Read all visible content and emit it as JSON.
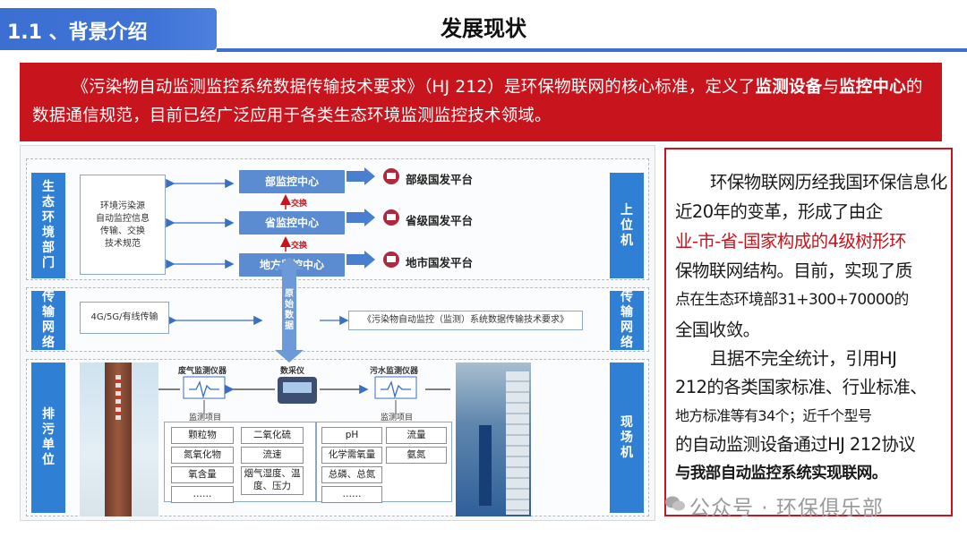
{
  "header": {
    "section": "1.1 、背景介绍",
    "title": "发展现状"
  },
  "banner": {
    "part1": "《污染物自动监测监控系统数据传输技术要求》（HJ 212）是环保物联网的核心标准，定义了",
    "bold1": "监测设备",
    "part2": "与",
    "bold2": "监控中心",
    "part3": "的数据通信规范，目前已经广泛应用于各类生态环境监测监控技术领域。"
  },
  "diagram": {
    "lanes_left": [
      "生态环境部门",
      "传输网络",
      "排污单位"
    ],
    "lanes_right": [
      "上位机",
      "传输网络",
      "现场机"
    ],
    "spec_box": "环境污染源\n自动监控信息\n传输、交换\n技术规范",
    "centers": [
      "部监控中心",
      "省监控中心",
      "地方监控中心"
    ],
    "exchange": "交换",
    "platforms": [
      "部级国发平台",
      "省级国发平台",
      "地市国发平台"
    ],
    "transport": "4G/5G/有线传输",
    "raw_data": "原始数据",
    "standard_ref": "《污染物自动监控（监测）系统数据传输技术要求》",
    "gas_instrument": "废气监测仪器",
    "data_unit": "数采仪",
    "water_instrument": "污水监测仪器",
    "items_label": "监测项目",
    "gas_items": [
      "颗粒物",
      "二氧化硫",
      "氮氧化物",
      "流速",
      "氧含量",
      "烟气湿度、温度、压力",
      "……"
    ],
    "water_items": [
      "pH",
      "流量",
      "化学需氧量",
      "氨氮",
      "总磷、总氮",
      "……"
    ]
  },
  "panel": {
    "p1_a": "环保物联网历经我国环保信息化近20年的变革，形成了由企",
    "p1_red": "业-市-省-国家构成的4级树形环",
    "p1_b": "保物联网结构。目前，实现了质",
    "p1_c": "点在生态环境部31+300+70000的",
    "p1_d": "全国收敛。",
    "p2_a": "且据不完全统计，引用HJ",
    "p2_b": "212的各类国家标准、行业标准、",
    "p2_c": "地方标准等有34个；近千个型号",
    "p2_d": "的自动监测设备通过HJ 212协议",
    "p2_e": "与我部自动监控系统实现联网。"
  },
  "watermark": "公众号 · 环保俱乐部",
  "colors": {
    "accent_blue": "#3b6fd1",
    "banner_red": "#c8141c",
    "lane_blue": "#2f7fd4"
  }
}
